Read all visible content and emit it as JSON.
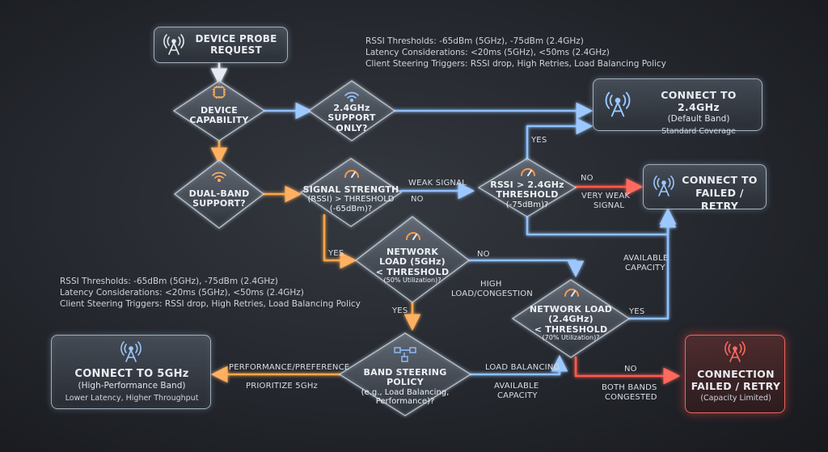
{
  "notes_top": [
    "RSSI Thresholds: -65dBm (5GHz), -75dBm (2.4GHz)",
    "Latency Considerations: <20ms (5GHz), <50ms (2.4GHz)",
    "Client Steering Triggers: RSSI drop, High Retries, Load Balancing Policy"
  ],
  "notes_left": [
    "RSSI Thresholds: -65dBm (5GHz), -75dBm (2.4GHz)",
    "Latency Considerations: <20ms (5GHz), <50ms (2.4GHz)",
    "Client Steering Triggers: RSSI drop, High Retries, Load Balancing Policy"
  ],
  "nodes": {
    "probe": {
      "l1": "DEVICE PROBE",
      "l2": "REQUEST"
    },
    "capability": {
      "l1": "DEVICE",
      "l2": "CAPABILITY"
    },
    "only24": {
      "l1": "2.4GHz",
      "l2": "SUPPORT",
      "l3": "ONLY?"
    },
    "dualband": {
      "l1": "DUAL-BAND",
      "l2": "SUPPORT?"
    },
    "signal": {
      "l1": "SIGNAL STRENGTH",
      "l2": "(RSSI) > THRESHOLD",
      "l3": "(-65dBm)?"
    },
    "rssi24": {
      "l1": "RSSI > 2.4GHz",
      "l2": "THRESHOLD",
      "l3": "(-75dBm)?"
    },
    "load5": {
      "l1": "NETWORK",
      "l2": "LOAD (5GHz)",
      "l3": "< THRESHOLD",
      "l4": "(50% Utilization)?"
    },
    "load24": {
      "l1": "NETWORK LOAD",
      "l2": "(2.4GHz)",
      "l3": "< THRESHOLD",
      "l4": "(70% Utilization)?"
    },
    "steering": {
      "l1": "BAND STEERING POLICY",
      "l2": "(e.g., Load Balancing,",
      "l3": "Performance)?"
    },
    "connect24": {
      "title": "CONNECT TO 2.4GHz",
      "sub": "(Default Band)",
      "sub2": "Standard Coverage"
    },
    "failed1": {
      "l1": "CONNECT TO",
      "l2": "FAILED / RETRY"
    },
    "connect5": {
      "title": "CONNECT TO 5GHz",
      "sub": "(High-Performance Band)",
      "sub2": "Lower Latency, Higher Throughput"
    },
    "failed2": {
      "l1": "CONNECTION",
      "l2": "FAILED / RETRY",
      "sub": "(Capacity Limited)"
    }
  },
  "labels": {
    "yes_signal": "YES",
    "weak_signal": "WEAK SIGNAL",
    "no_signal": "NO",
    "yes_rssi": "YES",
    "no_rssi": "NO",
    "very_weak": "VERY WEAK",
    "very_weak2": "SIGNAL",
    "no_load5": "NO",
    "high_load": "HIGH",
    "high_load2": "LOAD/CONGESTION",
    "yes_load5": "YES",
    "available_capacity_r": "AVAILABLE",
    "available_capacity_r2": "CAPACITY",
    "yes_load24": "YES",
    "no_load24": "NO",
    "both_bands": "BOTH BANDS",
    "both_bands2": "CONGESTED",
    "perf_pref": "PERFORMANCE/PREFERENCE",
    "prioritize": "PRIORITIZE 5GHz",
    "load_balancing": "LOAD BALANCING",
    "available_capacity_b": "AVAILABLE",
    "available_capacity_b2": "CAPACITY"
  },
  "colors": {
    "blue": "#7fb8ff",
    "orange": "#ffa64a",
    "red": "#ff5a4e",
    "white": "#e6ebf2"
  }
}
